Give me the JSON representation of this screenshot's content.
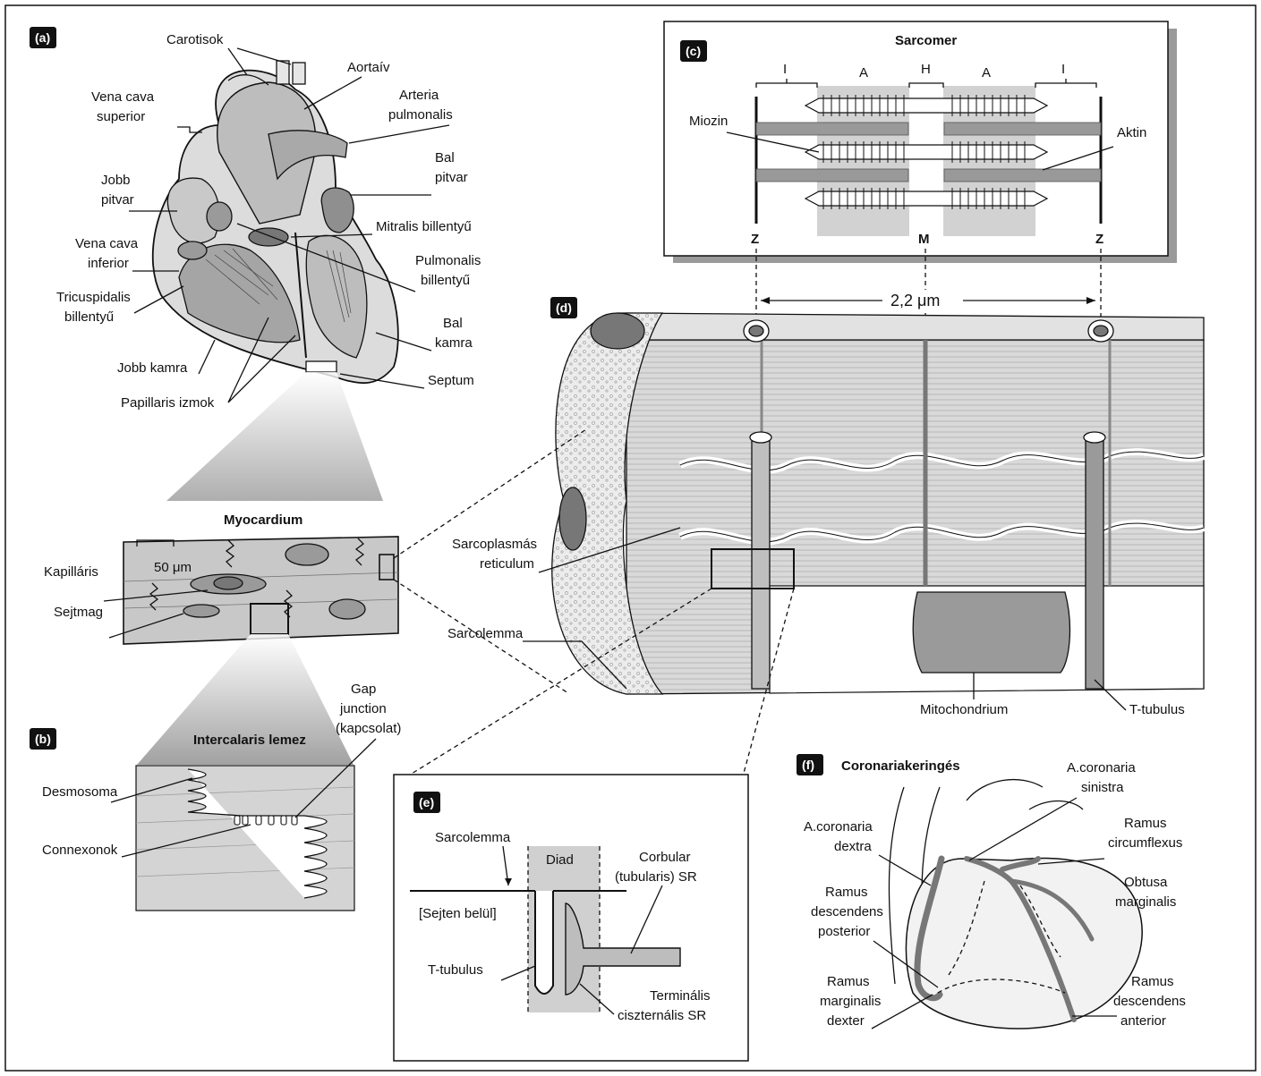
{
  "panels": {
    "a": "(a)",
    "b": "(b)",
    "c": "(c)",
    "d": "(d)",
    "e": "(e)",
    "f": "(f)"
  },
  "heart": {
    "carotisok": "Carotisok",
    "aortaiv": "Aortaív",
    "vena_cava_superior": [
      "Vena cava",
      "superior"
    ],
    "arteria_pulmonalis": [
      "Arteria",
      "pulmonalis"
    ],
    "bal_pitvar": [
      "Bal",
      "pitvar"
    ],
    "jobb_pitvar": [
      "Jobb",
      "pitvar"
    ],
    "mitralis": "Mitralis billentyű",
    "vena_cava_inferior": [
      "Vena cava",
      "inferior"
    ],
    "pulmonalis_billentyu": [
      "Pulmonalis",
      "billentyű"
    ],
    "tricuspidalis": [
      "Tricuspidalis",
      "billentyű"
    ],
    "bal_kamra": [
      "Bal",
      "kamra"
    ],
    "jobb_kamra": "Jobb kamra",
    "septum": "Septum",
    "papillaris": "Papillaris izmok"
  },
  "myocardium": {
    "title": "Myocardium",
    "scale": "50 μm",
    "kapillaris": "Kapilláris",
    "sejtmag": "Sejtmag"
  },
  "intercalaris": {
    "title": "Intercalaris lemez",
    "gap": [
      "Gap",
      "junction",
      "(kapcsolat)"
    ],
    "desmosoma": "Desmosoma",
    "connexonok": "Connexonok"
  },
  "sarcomer": {
    "title": "Sarcomer",
    "I": "I",
    "A": "A",
    "H": "H",
    "miozin": "Miozin",
    "aktin": "Aktin",
    "Z": "Z",
    "M": "M",
    "length": "2,2 μm"
  },
  "fiber": {
    "sr": [
      "Sarcoplasmás",
      "reticulum"
    ],
    "sarcolemma": "Sarcolemma",
    "mitochondrium": "Mitochondrium",
    "ttubulus": "T-tubulus"
  },
  "diad": {
    "sarcolemma": "Sarcolemma",
    "diad": "Diad",
    "corbular": [
      "Corbular",
      "(tubularis) SR"
    ],
    "inside": "[Sejten belül]",
    "ttubulus": "T-tubulus",
    "terminal": [
      "Terminális",
      "ciszternális SR"
    ]
  },
  "coronary": {
    "title": "Coronariakeringés",
    "sinistra": [
      "A.coronaria",
      "sinistra"
    ],
    "dextra": [
      "A.coronaria",
      "dextra"
    ],
    "circumflexus": [
      "Ramus",
      "circumflexus"
    ],
    "obtusa": [
      "Obtusa",
      "marginalis"
    ],
    "posterior": [
      "Ramus",
      "descendens",
      "posterior"
    ],
    "marginalis_dexter": [
      "Ramus",
      "marginalis",
      "dexter"
    ],
    "anterior": [
      "Ramus",
      "descendens",
      "anterior"
    ]
  }
}
